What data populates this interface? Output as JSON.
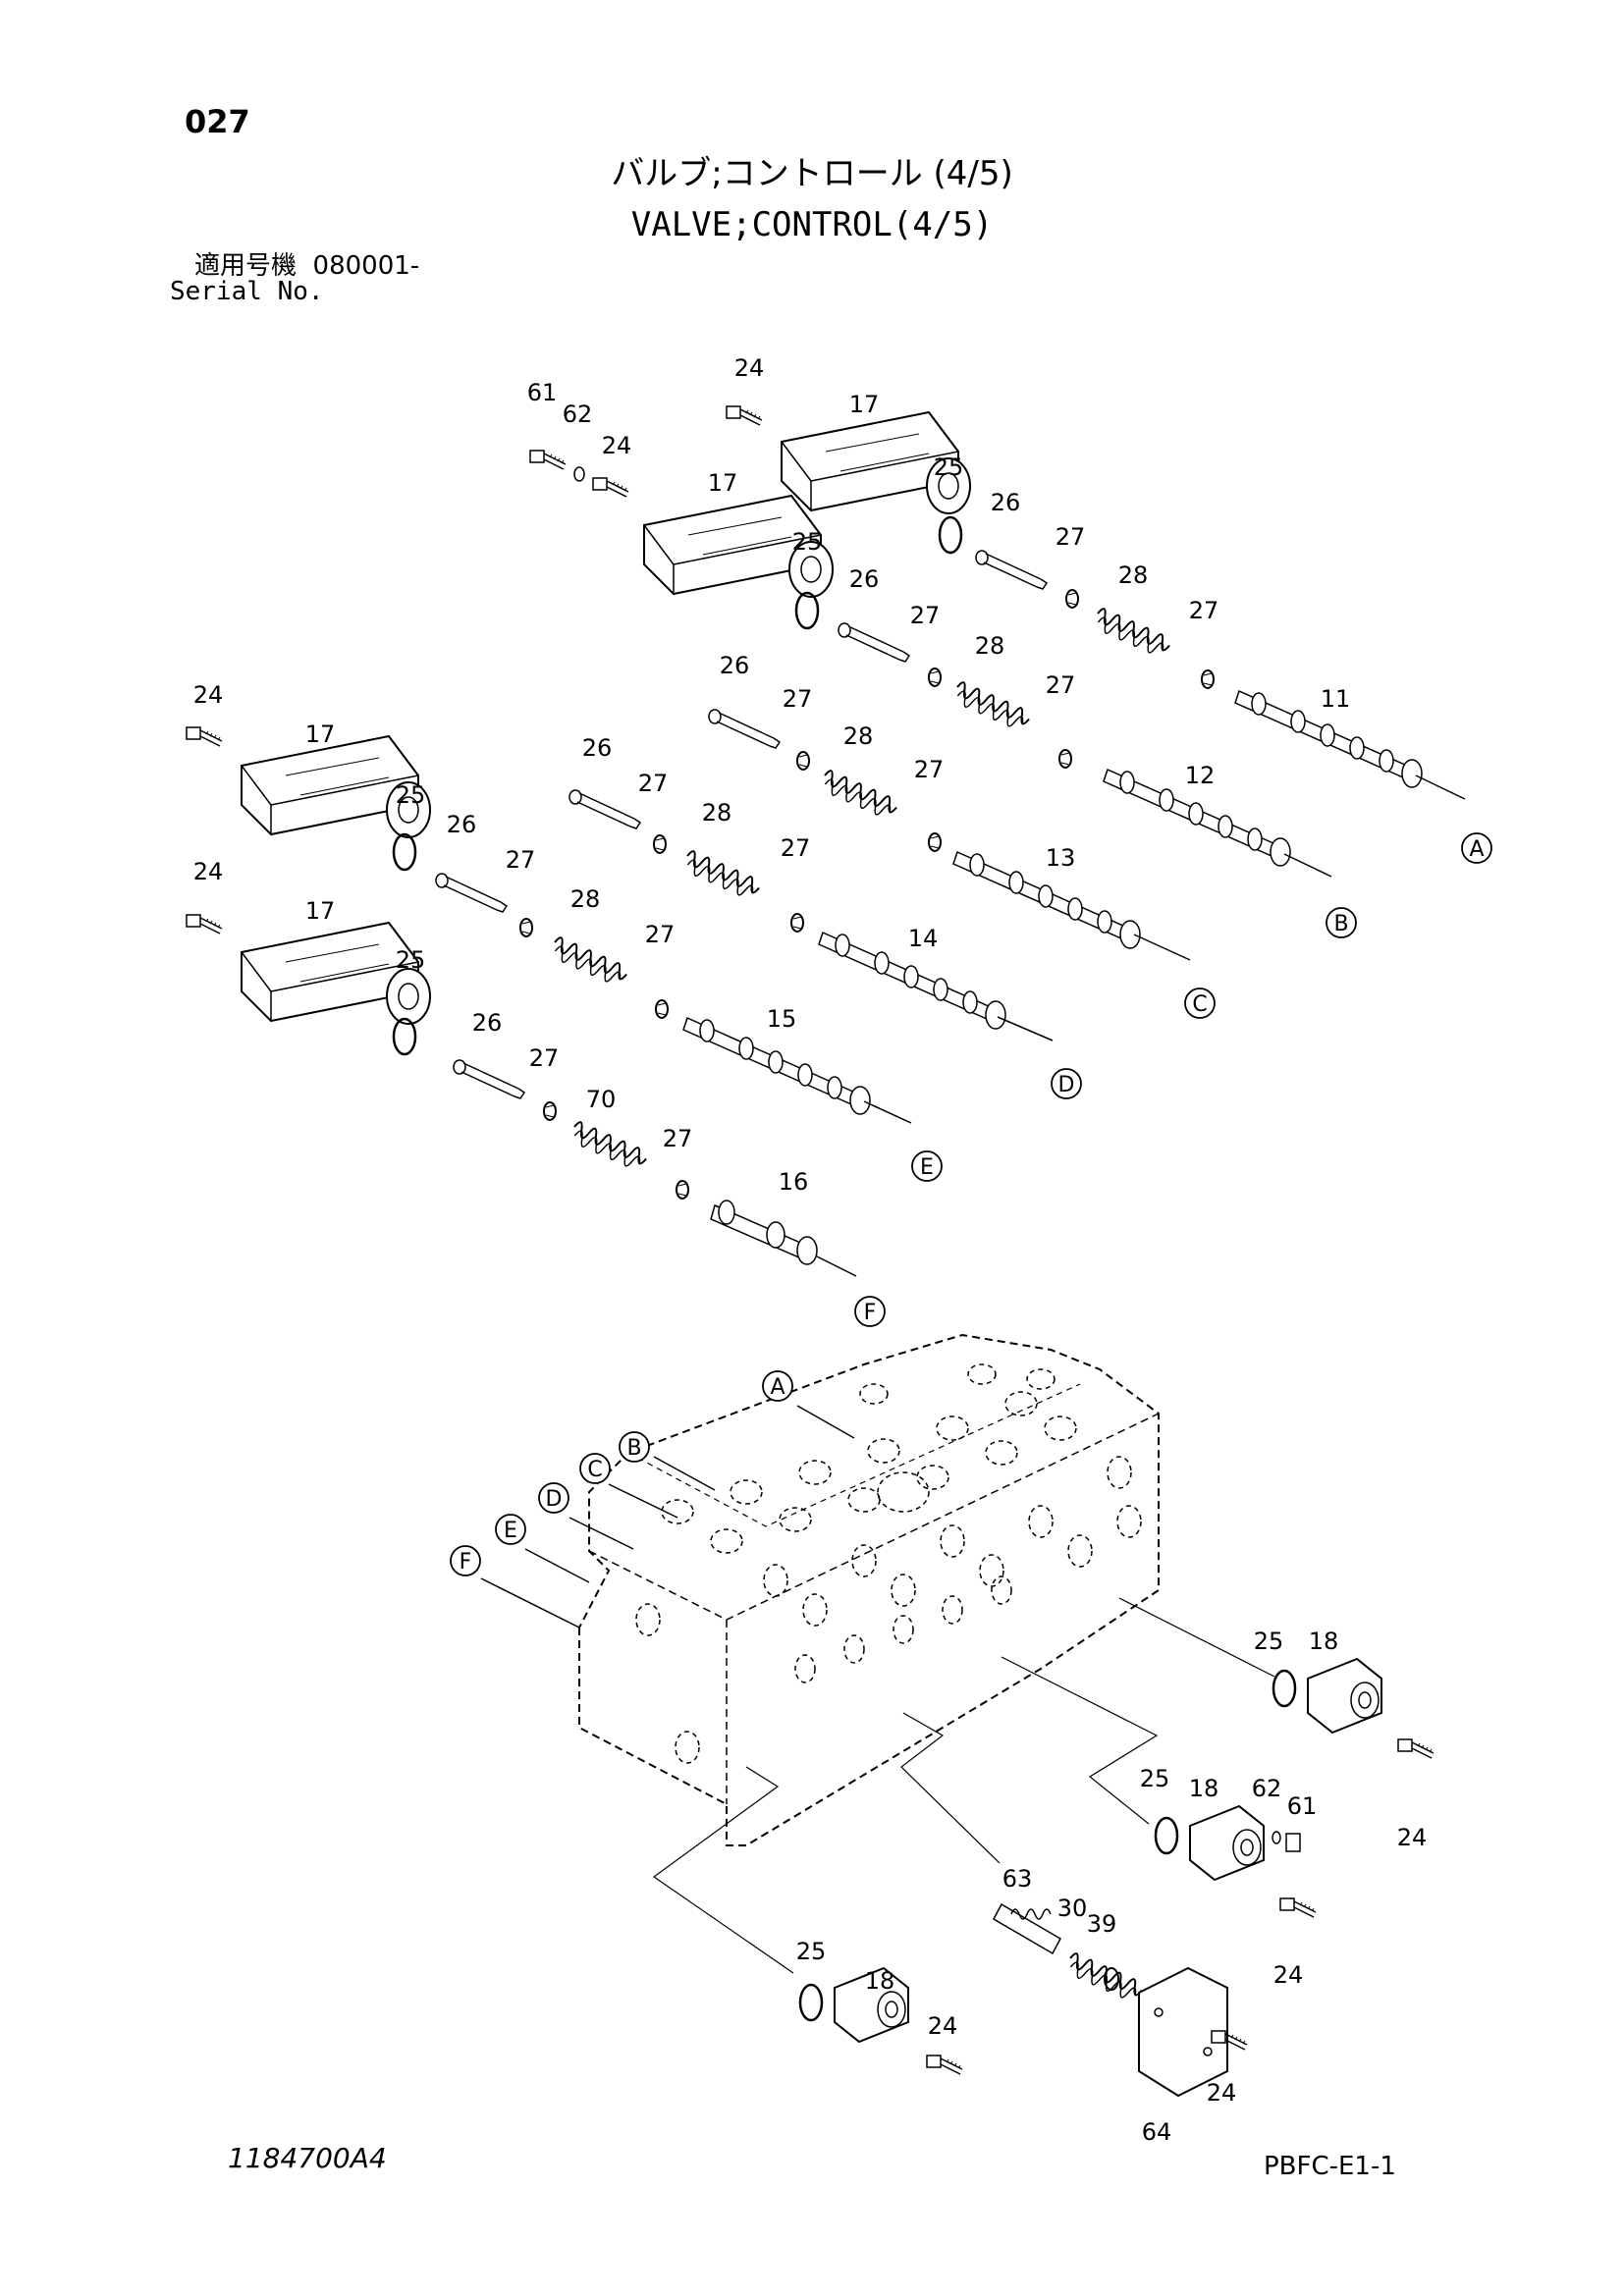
{
  "header": {
    "page_number": "027",
    "title_jp": "バルブ;コントロール (4/5)",
    "title_en": "VALVE;CONTROL(4/5)",
    "serial_label_jp": "適用号機",
    "serial_value": "080001-",
    "serial_label_en": "Serial No."
  },
  "footer": {
    "drawing_number": "1184700A4",
    "page_code": "PBFC-E1-1"
  },
  "callouts": [
    {
      "id": "c1",
      "text": "24"
    },
    {
      "id": "c2",
      "text": "17"
    },
    {
      "id": "c3",
      "text": "61"
    },
    {
      "id": "c4",
      "text": "62"
    },
    {
      "id": "c5",
      "text": "24"
    },
    {
      "id": "c6",
      "text": "17"
    },
    {
      "id": "c7",
      "text": "25"
    },
    {
      "id": "c8",
      "text": "25"
    },
    {
      "id": "c9",
      "text": "26"
    },
    {
      "id": "c10",
      "text": "27"
    },
    {
      "id": "c11",
      "text": "28"
    },
    {
      "id": "c12",
      "text": "27"
    },
    {
      "id": "c13",
      "text": "26"
    },
    {
      "id": "c14",
      "text": "27"
    },
    {
      "id": "c15",
      "text": "28"
    },
    {
      "id": "c16",
      "text": "27"
    },
    {
      "id": "c17",
      "text": "11"
    },
    {
      "id": "c18",
      "text": "26"
    },
    {
      "id": "c19",
      "text": "27"
    },
    {
      "id": "c20",
      "text": "28"
    },
    {
      "id": "c21",
      "text": "27"
    },
    {
      "id": "c22",
      "text": "12"
    },
    {
      "id": "c23",
      "text": "24"
    },
    {
      "id": "c24",
      "text": "17"
    },
    {
      "id": "c25",
      "text": "25"
    },
    {
      "id": "c26",
      "text": "26"
    },
    {
      "id": "c27",
      "text": "27"
    },
    {
      "id": "c28",
      "text": "28"
    },
    {
      "id": "c29",
      "text": "27"
    },
    {
      "id": "c30",
      "text": "13"
    },
    {
      "id": "c31",
      "text": "26"
    },
    {
      "id": "c32",
      "text": "27"
    },
    {
      "id": "c33",
      "text": "28"
    },
    {
      "id": "c34",
      "text": "27"
    },
    {
      "id": "c35",
      "text": "14"
    },
    {
      "id": "c36",
      "text": "24"
    },
    {
      "id": "c37",
      "text": "17"
    },
    {
      "id": "c38",
      "text": "25"
    },
    {
      "id": "c39",
      "text": "26"
    },
    {
      "id": "c40",
      "text": "27"
    },
    {
      "id": "c41",
      "text": "70"
    },
    {
      "id": "c42",
      "text": "27"
    },
    {
      "id": "c43",
      "text": "15"
    },
    {
      "id": "c44",
      "text": "16"
    },
    {
      "id": "c45",
      "text": "25"
    },
    {
      "id": "c46",
      "text": "18"
    },
    {
      "id": "c47",
      "text": "24"
    },
    {
      "id": "c48",
      "text": "25"
    },
    {
      "id": "c49",
      "text": "18"
    },
    {
      "id": "c50",
      "text": "62"
    },
    {
      "id": "c51",
      "text": "61"
    },
    {
      "id": "c52",
      "text": "24"
    },
    {
      "id": "c53",
      "text": "63"
    },
    {
      "id": "c54",
      "text": "30"
    },
    {
      "id": "c55",
      "text": "39"
    },
    {
      "id": "c56",
      "text": "25"
    },
    {
      "id": "c57",
      "text": "18"
    },
    {
      "id": "c58",
      "text": "24"
    },
    {
      "id": "c59",
      "text": "64"
    },
    {
      "id": "c60",
      "text": "24"
    }
  ],
  "markers": [
    {
      "id": "m1",
      "text": "A"
    },
    {
      "id": "m2",
      "text": "B"
    },
    {
      "id": "m3",
      "text": "C"
    },
    {
      "id": "m4",
      "text": "D"
    },
    {
      "id": "m5",
      "text": "E"
    },
    {
      "id": "m6",
      "text": "F"
    },
    {
      "id": "m7",
      "text": "A"
    },
    {
      "id": "m8",
      "text": "B"
    },
    {
      "id": "m9",
      "text": "C"
    },
    {
      "id": "m10",
      "text": "D"
    },
    {
      "id": "m11",
      "text": "E"
    },
    {
      "id": "m12",
      "text": "F"
    }
  ]
}
